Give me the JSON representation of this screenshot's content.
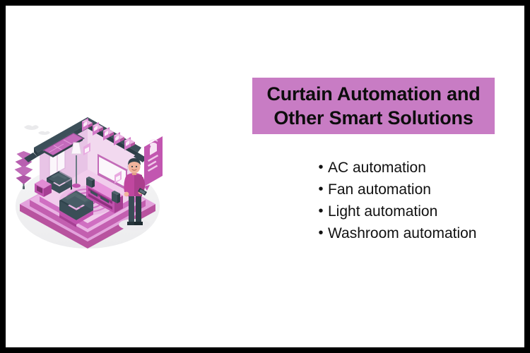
{
  "slide": {
    "border_color": "#000000",
    "background_color": "#ffffff"
  },
  "title": {
    "highlight_color": "#c87cc4",
    "text_color": "#0d0d0d",
    "line1": "Curtain Automation and",
    "line2": "Other Smart Solutions",
    "full_text": "Curtain Automation and Other Smart Solutions"
  },
  "bullets": {
    "marker": "•",
    "text_color": "#111111",
    "items": [
      {
        "label": "AC automation"
      },
      {
        "label": "Fan automation"
      },
      {
        "label": "Light automation"
      },
      {
        "label": "Washroom automation"
      }
    ]
  },
  "illustration": {
    "name": "smart-home-isometric-illustration",
    "description": "Isometric cutaway smart home with solar panel roof, living room, and a person holding a smartphone",
    "colors": {
      "shadow": "#f2f2f3",
      "platform_light": "#e8a8de",
      "platform_mid": "#d073c4",
      "platform_dark": "#b8539f",
      "wall_light": "#f0d6ee",
      "wall_mid": "#e3bde0",
      "wall_shade": "#d9a9d6",
      "roof_dark": "#33454f",
      "roof_mid": "#2b3c45",
      "solar_panel": "#c86fc0",
      "solar_frame": "#3a4b55",
      "furniture_dark": "#34474f",
      "furniture_magenta": "#c052ae",
      "furniture_magenta_dark": "#a63f93",
      "accent_pink": "#e58fd8",
      "tree": "#c06cb8",
      "skin": "#f0b49c",
      "hair": "#2f4049",
      "shirt": "#c0479f",
      "pants": "#3a4c56",
      "phone": "#2b3c45",
      "screen": "#fbf7fb"
    },
    "elements": [
      "solar-panel-roof",
      "house-walls",
      "window",
      "floor-lamp",
      "wall-television",
      "media-console",
      "speakers",
      "sofa",
      "armchair",
      "side-table",
      "rug-signal-waves",
      "outdoor-tree",
      "floating-app-cards",
      "control-panel-board",
      "person-with-smartphone",
      "clouds"
    ],
    "floating_card_count": 5
  }
}
